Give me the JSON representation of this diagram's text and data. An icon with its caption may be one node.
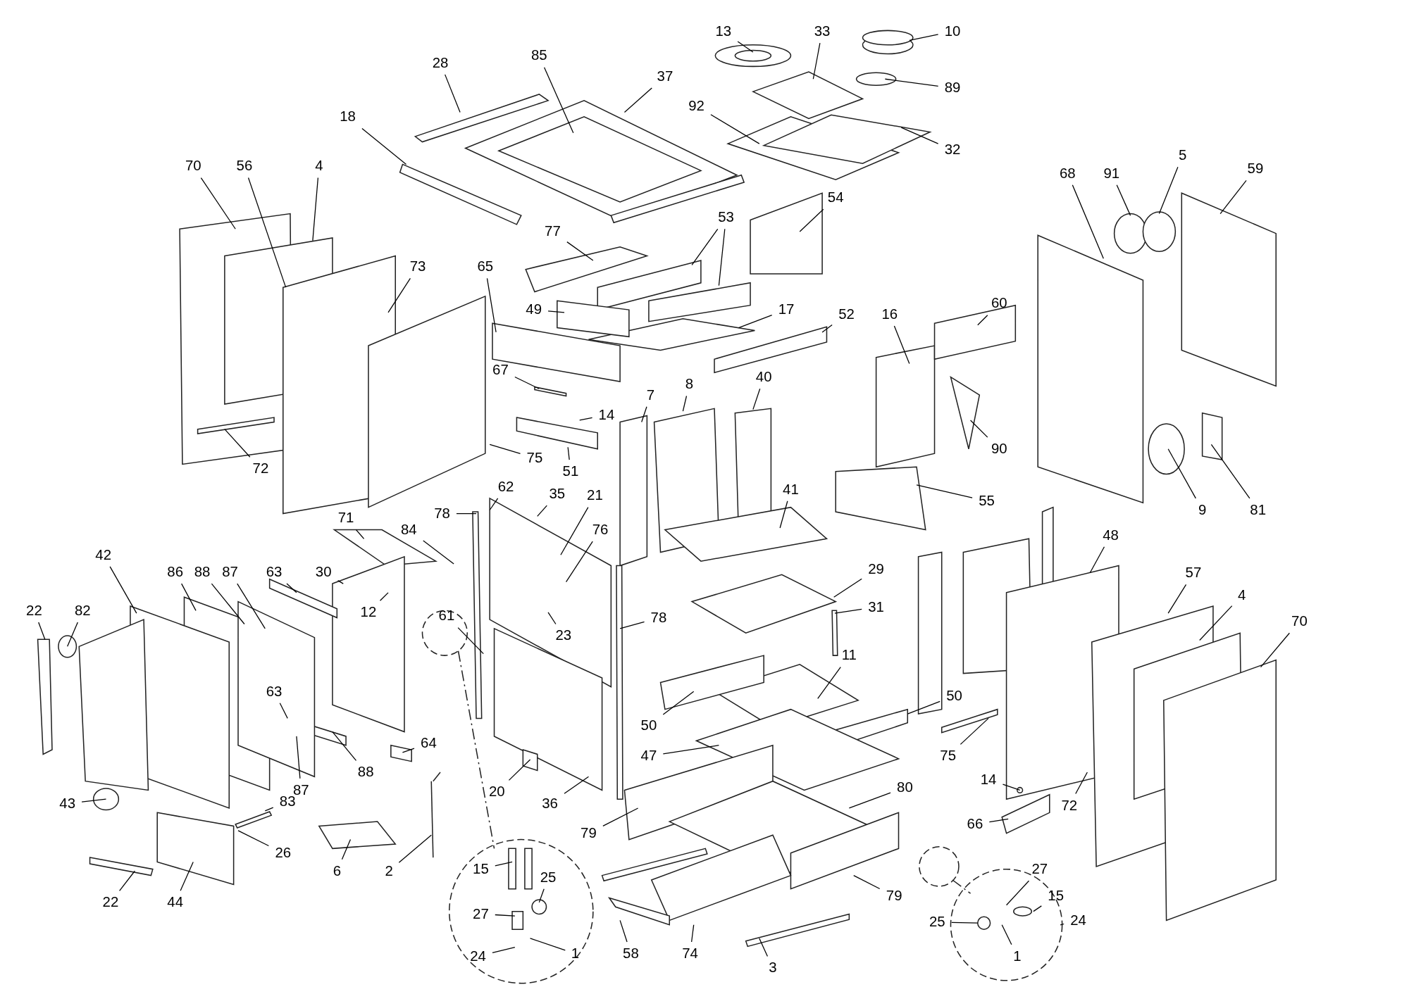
{
  "diagram": {
    "nodes": [
      {
        "text": [
          "13"
        ]
      },
      {
        "text": [
          "33"
        ]
      },
      {
        "text": [
          "10"
        ]
      },
      {
        "text": [
          "89"
        ]
      },
      {
        "text": [
          "28"
        ]
      },
      {
        "text": [
          "85"
        ]
      },
      {
        "text": [
          "37"
        ]
      },
      {
        "text": [
          "92"
        ]
      },
      {
        "text": [
          "32"
        ]
      },
      {
        "text": [
          "18"
        ]
      },
      {
        "text": [
          "70"
        ]
      },
      {
        "text": [
          "56"
        ]
      },
      {
        "text": [
          "4"
        ]
      },
      {
        "text": [
          "54"
        ]
      },
      {
        "text": [
          "68"
        ]
      },
      {
        "text": [
          "91"
        ]
      },
      {
        "text": [
          "5"
        ]
      },
      {
        "text": [
          "59"
        ]
      },
      {
        "text": [
          "77"
        ]
      },
      {
        "text": [
          "53"
        ]
      },
      {
        "text": [
          "65"
        ]
      },
      {
        "text": [
          "73"
        ]
      },
      {
        "text": [
          "49"
        ]
      },
      {
        "text": [
          "17"
        ]
      },
      {
        "text": [
          "52"
        ]
      },
      {
        "text": [
          "16"
        ]
      },
      {
        "text": [
          "60"
        ]
      },
      {
        "text": [
          "67"
        ]
      },
      {
        "text": [
          "14"
        ]
      },
      {
        "text": [
          "7"
        ]
      },
      {
        "text": [
          "8"
        ]
      },
      {
        "text": [
          "40"
        ]
      },
      {
        "text": [
          "72"
        ]
      },
      {
        "text": [
          "75"
        ]
      },
      {
        "text": [
          "51"
        ]
      },
      {
        "text": [
          "90"
        ]
      },
      {
        "text": [
          "9"
        ]
      },
      {
        "text": [
          "81"
        ]
      },
      {
        "text": [
          "55"
        ]
      },
      {
        "text": [
          "41"
        ]
      },
      {
        "text": [
          "62"
        ]
      },
      {
        "text": [
          "35"
        ]
      },
      {
        "text": [
          "21"
        ]
      },
      {
        "text": [
          "76"
        ]
      },
      {
        "text": [
          "78"
        ]
      },
      {
        "text": [
          "84"
        ]
      },
      {
        "text": [
          "71"
        ]
      },
      {
        "text": [
          "78"
        ]
      },
      {
        "text": [
          "48"
        ]
      },
      {
        "text": [
          "29"
        ]
      },
      {
        "text": [
          "86"
        ]
      },
      {
        "text": [
          "88"
        ]
      },
      {
        "text": [
          "87"
        ]
      },
      {
        "text": [
          "63"
        ]
      },
      {
        "text": [
          "30"
        ]
      },
      {
        "text": [
          "12"
        ]
      },
      {
        "text": [
          "42"
        ]
      },
      {
        "text": [
          "22"
        ]
      },
      {
        "text": [
          "82"
        ]
      },
      {
        "text": [
          "61"
        ]
      },
      {
        "text": [
          "23"
        ]
      },
      {
        "text": [
          "31"
        ]
      },
      {
        "text": [
          "57"
        ]
      },
      {
        "text": [
          "4"
        ]
      },
      {
        "text": [
          "70"
        ]
      },
      {
        "text": [
          "63"
        ]
      },
      {
        "text": [
          "11"
        ]
      },
      {
        "text": [
          "50"
        ]
      },
      {
        "text": [
          "50"
        ]
      },
      {
        "text": [
          "47"
        ]
      },
      {
        "text": [
          "87"
        ]
      },
      {
        "text": [
          "88"
        ]
      },
      {
        "text": [
          "64"
        ]
      },
      {
        "text": [
          "20"
        ]
      },
      {
        "text": [
          "36"
        ]
      },
      {
        "text": [
          "75"
        ]
      },
      {
        "text": [
          "14"
        ]
      },
      {
        "text": [
          "72"
        ]
      },
      {
        "text": [
          "66"
        ]
      },
      {
        "text": [
          "80"
        ]
      },
      {
        "text": [
          "79"
        ]
      },
      {
        "text": [
          "79"
        ]
      },
      {
        "text": [
          "43"
        ]
      },
      {
        "text": [
          "83"
        ]
      },
      {
        "text": [
          "26"
        ]
      },
      {
        "text": [
          "6"
        ]
      },
      {
        "text": [
          "2"
        ]
      },
      {
        "text": [
          "22"
        ]
      },
      {
        "text": [
          "44"
        ]
      },
      {
        "text": [
          "15"
        ]
      },
      {
        "text": [
          "25"
        ]
      },
      {
        "text": [
          "27"
        ]
      },
      {
        "text": [
          "24"
        ]
      },
      {
        "text": [
          "1"
        ]
      },
      {
        "text": [
          "58"
        ]
      },
      {
        "text": [
          "74"
        ]
      },
      {
        "text": [
          "3"
        ]
      },
      {
        "text": [
          "25"
        ]
      },
      {
        "text": [
          "27"
        ]
      },
      {
        "text": [
          "15"
        ]
      },
      {
        "text": [
          "24"
        ]
      },
      {
        "text": [
          "1"
        ]
      }
    ],
    "edges": [
      {
        "from": 0,
        "to": null,
        "arrow": "none"
      },
      {
        "from": 1,
        "to": null,
        "arrow": "none"
      },
      {
        "from": 2,
        "to": null,
        "arrow": "none"
      },
      {
        "from": 3,
        "to": null,
        "arrow": "none"
      },
      {
        "from": 4,
        "to": null,
        "arrow": "none"
      },
      {
        "from": 5,
        "to": null,
        "arrow": "none"
      },
      {
        "from": 6,
        "to": null,
        "arrow": "none"
      },
      {
        "from": 7,
        "to": null,
        "arrow": "none"
      },
      {
        "from": 8,
        "to": null,
        "arrow": "none"
      },
      {
        "from": 9,
        "to": null,
        "arrow": "none"
      },
      {
        "from": 10,
        "to": null,
        "arrow": "none"
      },
      {
        "from": 11,
        "to": null,
        "arrow": "none"
      },
      {
        "from": 12,
        "to": null,
        "arrow": "none"
      },
      {
        "from": 13,
        "to": null,
        "arrow": "none"
      },
      {
        "from": 14,
        "to": null,
        "arrow": "none"
      },
      {
        "from": 15,
        "to": null,
        "arrow": "none"
      },
      {
        "from": 16,
        "to": null,
        "arrow": "none"
      },
      {
        "from": 17,
        "to": null,
        "arrow": "none"
      },
      {
        "from": 18,
        "to": null,
        "arrow": "none"
      },
      {
        "from": 19,
        "to": null,
        "arrow": "none"
      },
      {
        "from": 19,
        "to": null,
        "arrow": "none"
      },
      {
        "from": 20,
        "to": null,
        "arrow": "none"
      },
      {
        "from": 21,
        "to": null,
        "arrow": "none"
      },
      {
        "from": 22,
        "to": null,
        "arrow": "none"
      },
      {
        "from": 23,
        "to": null,
        "arrow": "none"
      },
      {
        "from": 24,
        "to": null,
        "arrow": "none"
      },
      {
        "from": 25,
        "to": null,
        "arrow": "none"
      },
      {
        "from": 26,
        "to": null,
        "arrow": "none"
      },
      {
        "from": 27,
        "to": null,
        "arrow": "none"
      },
      {
        "from": 28,
        "to": null,
        "arrow": "none"
      },
      {
        "from": 29,
        "to": null,
        "arrow": "none"
      },
      {
        "from": 30,
        "to": null,
        "arrow": "none"
      },
      {
        "from": 31,
        "to": null,
        "arrow": "none"
      },
      {
        "from": 32,
        "to": null,
        "arrow": "none"
      },
      {
        "from": 33,
        "to": null,
        "arrow": "none"
      },
      {
        "from": 34,
        "to": null,
        "arrow": "none"
      },
      {
        "from": 35,
        "to": null,
        "arrow": "none"
      },
      {
        "from": 36,
        "to": null,
        "arrow": "none"
      },
      {
        "from": 37,
        "to": null,
        "arrow": "none"
      },
      {
        "from": 38,
        "to": null,
        "arrow": "none"
      },
      {
        "from": 39,
        "to": null,
        "arrow": "none"
      },
      {
        "from": 40,
        "to": null,
        "arrow": "none"
      },
      {
        "from": 41,
        "to": null,
        "arrow": "none"
      },
      {
        "from": 42,
        "to": null,
        "arrow": "none"
      },
      {
        "from": 43,
        "to": null,
        "arrow": "none"
      },
      {
        "from": 44,
        "to": null,
        "arrow": "none"
      },
      {
        "from": 45,
        "to": null,
        "arrow": "none"
      },
      {
        "from": 46,
        "to": null,
        "arrow": "none"
      },
      {
        "from": 47,
        "to": null,
        "arrow": "none"
      },
      {
        "from": 48,
        "to": null,
        "arrow": "none"
      },
      {
        "from": 49,
        "to": null,
        "arrow": "none"
      },
      {
        "from": 50,
        "to": null,
        "arrow": "none"
      },
      {
        "from": 51,
        "to": null,
        "arrow": "none"
      },
      {
        "from": 52,
        "to": null,
        "arrow": "none"
      },
      {
        "from": 53,
        "to": null,
        "arrow": "none"
      },
      {
        "from": 54,
        "to": null,
        "arrow": "none"
      },
      {
        "from": 55,
        "to": null,
        "arrow": "none"
      },
      {
        "from": 56,
        "to": null,
        "arrow": "none"
      },
      {
        "from": 57,
        "to": null,
        "arrow": "none"
      },
      {
        "from": 58,
        "to": null,
        "arrow": "none"
      },
      {
        "from": 59,
        "to": null,
        "arrow": "none"
      },
      {
        "from": 60,
        "to": null,
        "arrow": "none"
      },
      {
        "from": 61,
        "to": null,
        "arrow": "none"
      },
      {
        "from": 62,
        "to": null,
        "arrow": "none"
      },
      {
        "from": 63,
        "to": null,
        "arrow": "none"
      },
      {
        "from": 64,
        "to": null,
        "arrow": "none"
      },
      {
        "from": 65,
        "to": null,
        "arrow": "none"
      },
      {
        "from": 66,
        "to": null,
        "arrow": "none"
      },
      {
        "from": 67,
        "to": null,
        "arrow": "none"
      },
      {
        "from": 68,
        "to": null,
        "arrow": "none"
      },
      {
        "from": 69,
        "to": null,
        "arrow": "none"
      },
      {
        "from": 70,
        "to": null,
        "arrow": "none"
      },
      {
        "from": 71,
        "to": null,
        "arrow": "none"
      },
      {
        "from": 72,
        "to": null,
        "arrow": "none"
      },
      {
        "from": 73,
        "to": null,
        "arrow": "none"
      },
      {
        "from": 74,
        "to": null,
        "arrow": "none"
      },
      {
        "from": 75,
        "to": null,
        "arrow": "none"
      },
      {
        "from": 76,
        "to": null,
        "arrow": "none"
      },
      {
        "from": 77,
        "to": null,
        "arrow": "none"
      },
      {
        "from": 78,
        "to": null,
        "arrow": "none"
      },
      {
        "from": 79,
        "to": null,
        "arrow": "none"
      },
      {
        "from": 80,
        "to": null,
        "arrow": "none"
      },
      {
        "from": 81,
        "to": null,
        "arrow": "none"
      },
      {
        "from": 82,
        "to": null,
        "arrow": "none"
      },
      {
        "from": 83,
        "to": null,
        "arrow": "none"
      },
      {
        "from": 84,
        "to": null,
        "arrow": "none"
      },
      {
        "from": 85,
        "to": null,
        "arrow": "none"
      },
      {
        "from": 86,
        "to": null,
        "arrow": "none"
      },
      {
        "from": 87,
        "to": null,
        "arrow": "none"
      },
      {
        "from": 88,
        "to": null,
        "arrow": "none"
      },
      {
        "from": 89,
        "to": null,
        "arrow": "none"
      },
      {
        "from": 90,
        "to": null,
        "arrow": "none"
      },
      {
        "from": 91,
        "to": null,
        "arrow": "none"
      },
      {
        "from": 92,
        "to": null,
        "arrow": "none"
      },
      {
        "from": 93,
        "to": null,
        "arrow": "none"
      },
      {
        "from": 94,
        "to": null,
        "arrow": "none"
      },
      {
        "from": 95,
        "to": null,
        "arrow": "none"
      },
      {
        "from": 96,
        "to": null,
        "arrow": "none"
      },
      {
        "from": 97,
        "to": null,
        "arrow": "none"
      },
      {
        "from": 98,
        "to": null,
        "arrow": "none"
      },
      {
        "from": 99,
        "to": null,
        "arrow": "none"
      },
      {
        "from": 100,
        "to": null,
        "arrow": "none"
      },
      {
        "from": 101,
        "to": null,
        "arrow": "none"
      }
    ]
  }
}
